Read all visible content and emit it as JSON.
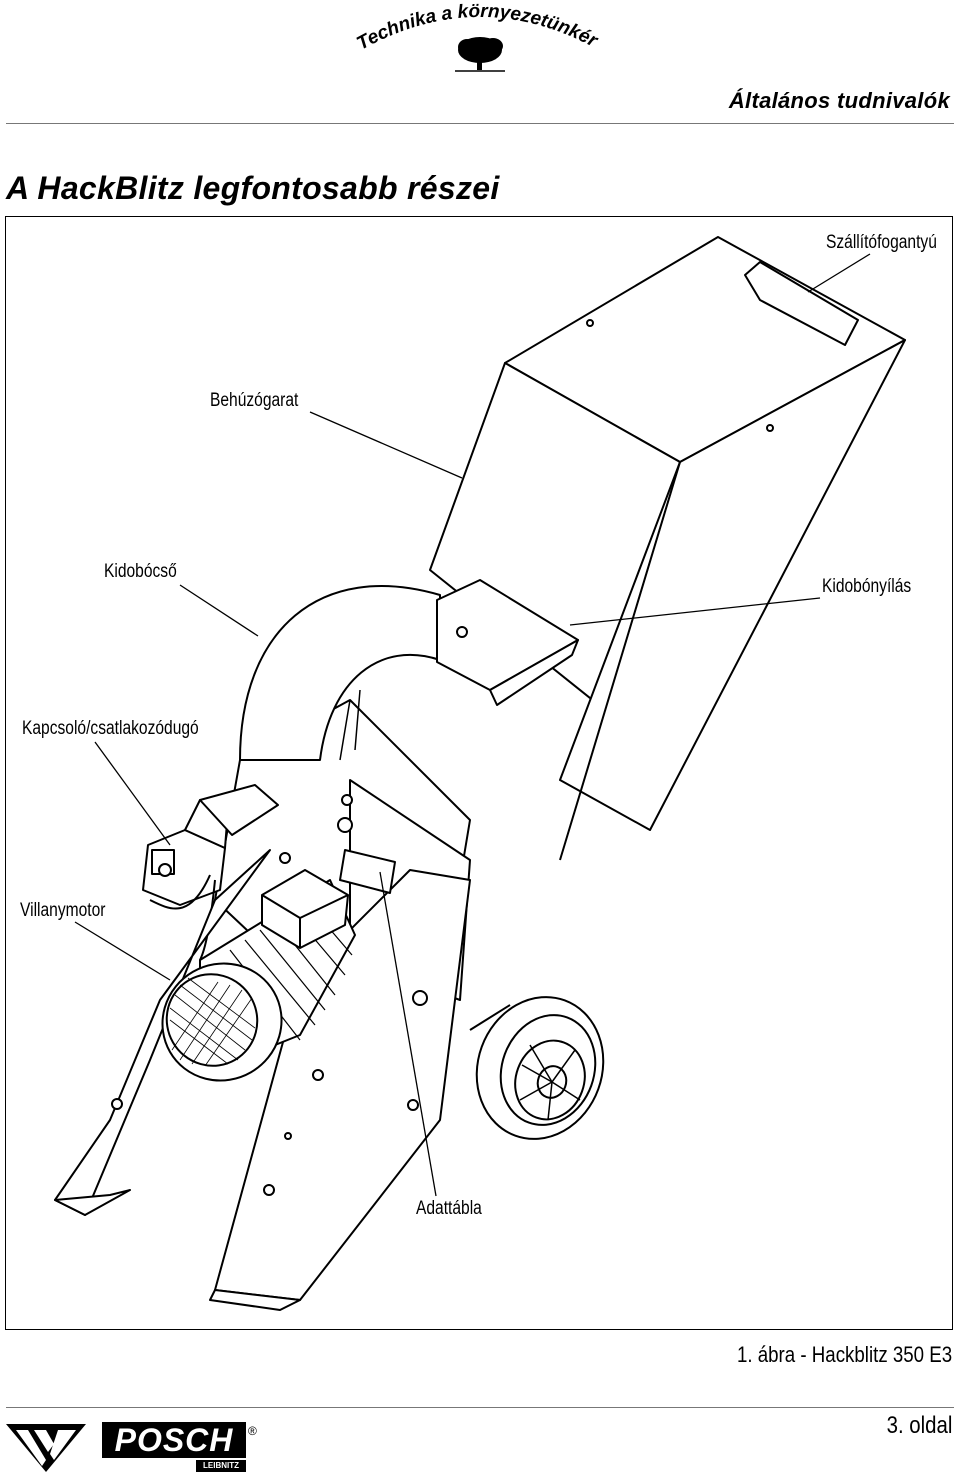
{
  "header": {
    "logo_text": "Technika a környezetünkért",
    "section_title": "Általános tudnivalók"
  },
  "page_heading": "A HackBlitz legfontosabb részei",
  "figure": {
    "callouts": {
      "carry_handle": "Szállítófogantyú",
      "intake_hopper": "Behúzógarat",
      "discharge_chute": "Kidobócső",
      "discharge_opening": "Kidobónyílás",
      "switch_plug": "Kapcsoló/csatlakozódugó",
      "electric_motor": "Villanymotor",
      "rating_plate": "Adattábla"
    },
    "caption": "1. ábra - Hackblitz 350 E3"
  },
  "footer": {
    "brand": "POSCH",
    "brand_sub": "LEIBNITZ",
    "page_number": "3. oldal"
  }
}
